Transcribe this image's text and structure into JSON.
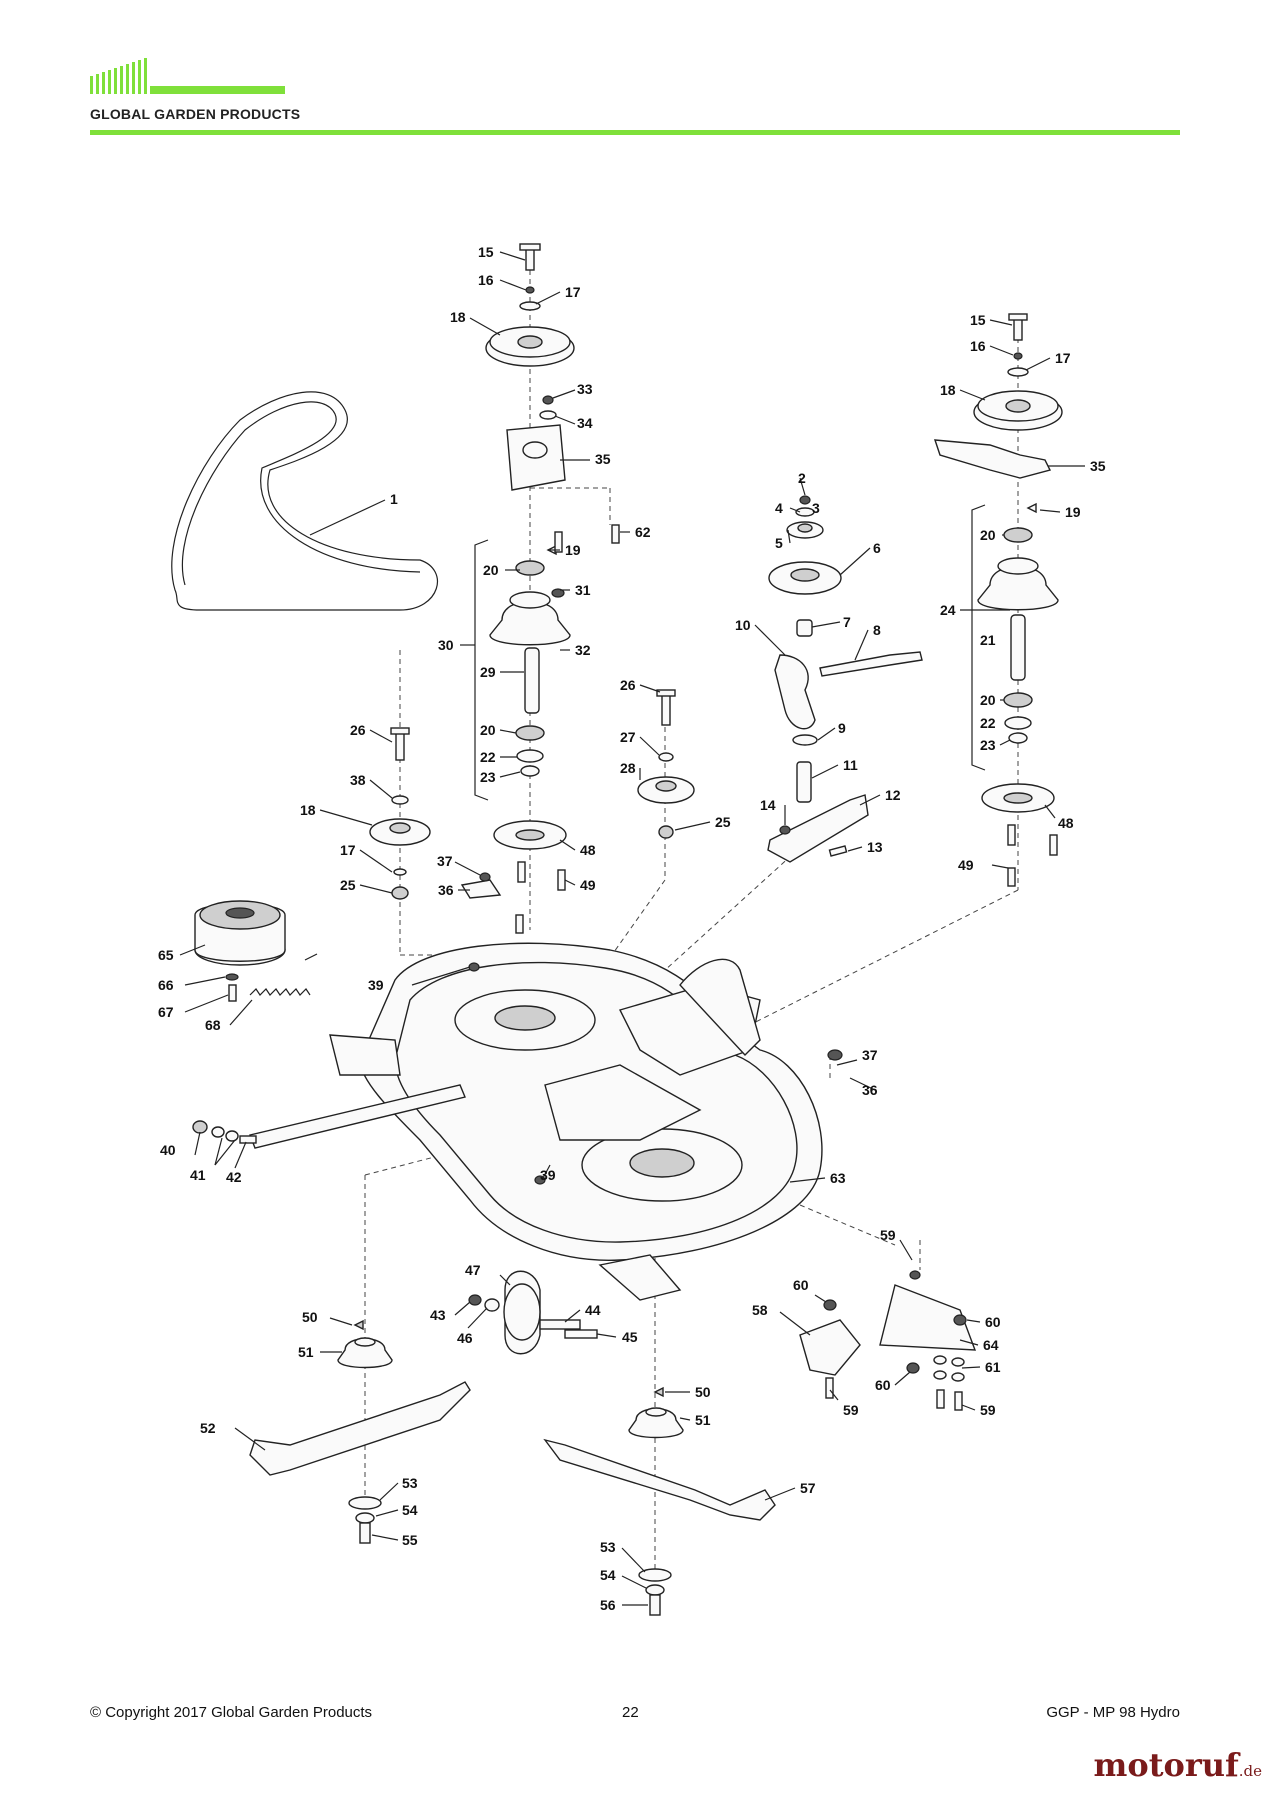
{
  "header": {
    "brand": "GLOBAL GARDEN PRODUCTS",
    "accent_color": "#7fe03a"
  },
  "footer": {
    "copyright": "© Copyright 2017 Global Garden Products",
    "page_number": "22",
    "model": "GGP - MP 98 Hydro"
  },
  "watermark": {
    "name": "motoruf",
    "tld": ".de"
  },
  "callouts": [
    {
      "id": "c15a",
      "label": "15"
    },
    {
      "id": "c16a",
      "label": "16"
    },
    {
      "id": "c17a",
      "label": "17"
    },
    {
      "id": "c18a",
      "label": "18"
    },
    {
      "id": "c33",
      "label": "33"
    },
    {
      "id": "c34",
      "label": "34"
    },
    {
      "id": "c35a",
      "label": "35"
    },
    {
      "id": "c62",
      "label": "62"
    },
    {
      "id": "c19a",
      "label": "19"
    },
    {
      "id": "c20a",
      "label": "20"
    },
    {
      "id": "c31",
      "label": "31"
    },
    {
      "id": "c30",
      "label": "30"
    },
    {
      "id": "c32",
      "label": "32"
    },
    {
      "id": "c29",
      "label": "29"
    },
    {
      "id": "c20b",
      "label": "20"
    },
    {
      "id": "c22a",
      "label": "22"
    },
    {
      "id": "c23a",
      "label": "23"
    },
    {
      "id": "c48a",
      "label": "48"
    },
    {
      "id": "c49a",
      "label": "49"
    },
    {
      "id": "c1",
      "label": "1"
    },
    {
      "id": "c26a",
      "label": "26"
    },
    {
      "id": "c38",
      "label": "38"
    },
    {
      "id": "c18b",
      "label": "18"
    },
    {
      "id": "c17b",
      "label": "17"
    },
    {
      "id": "c25a",
      "label": "25"
    },
    {
      "id": "c37a",
      "label": "37"
    },
    {
      "id": "c36a",
      "label": "36"
    },
    {
      "id": "c26b",
      "label": "26"
    },
    {
      "id": "c27",
      "label": "27"
    },
    {
      "id": "c28",
      "label": "28"
    },
    {
      "id": "c25b",
      "label": "25"
    },
    {
      "id": "c2",
      "label": "2"
    },
    {
      "id": "c4",
      "label": "4"
    },
    {
      "id": "c3",
      "label": "3"
    },
    {
      "id": "c5",
      "label": "5"
    },
    {
      "id": "c6",
      "label": "6"
    },
    {
      "id": "c10",
      "label": "10"
    },
    {
      "id": "c7",
      "label": "7"
    },
    {
      "id": "c8",
      "label": "8"
    },
    {
      "id": "c9",
      "label": "9"
    },
    {
      "id": "c11",
      "label": "11"
    },
    {
      "id": "c14",
      "label": "14"
    },
    {
      "id": "c12",
      "label": "12"
    },
    {
      "id": "c13",
      "label": "13"
    },
    {
      "id": "c15b",
      "label": "15"
    },
    {
      "id": "c16b",
      "label": "16"
    },
    {
      "id": "c17c",
      "label": "17"
    },
    {
      "id": "c18c",
      "label": "18"
    },
    {
      "id": "c35b",
      "label": "35"
    },
    {
      "id": "c19b",
      "label": "19"
    },
    {
      "id": "c20c",
      "label": "20"
    },
    {
      "id": "c24",
      "label": "24"
    },
    {
      "id": "c21",
      "label": "21"
    },
    {
      "id": "c20d",
      "label": "20"
    },
    {
      "id": "c22b",
      "label": "22"
    },
    {
      "id": "c23b",
      "label": "23"
    },
    {
      "id": "c48b",
      "label": "48"
    },
    {
      "id": "c49b",
      "label": "49"
    },
    {
      "id": "c65",
      "label": "65"
    },
    {
      "id": "c66",
      "label": "66"
    },
    {
      "id": "c67",
      "label": "67"
    },
    {
      "id": "c68",
      "label": "68"
    },
    {
      "id": "c39a",
      "label": "39"
    },
    {
      "id": "c37b",
      "label": "37"
    },
    {
      "id": "c36b",
      "label": "36"
    },
    {
      "id": "c40",
      "label": "40"
    },
    {
      "id": "c41",
      "label": "41"
    },
    {
      "id": "c42",
      "label": "42"
    },
    {
      "id": "c39b",
      "label": "39"
    },
    {
      "id": "c63",
      "label": "63"
    },
    {
      "id": "c59a",
      "label": "59"
    },
    {
      "id": "c47",
      "label": "47"
    },
    {
      "id": "c43",
      "label": "43"
    },
    {
      "id": "c46",
      "label": "46"
    },
    {
      "id": "c44",
      "label": "44"
    },
    {
      "id": "c45",
      "label": "45"
    },
    {
      "id": "c60a",
      "label": "60"
    },
    {
      "id": "c58",
      "label": "58"
    },
    {
      "id": "c60b",
      "label": "60"
    },
    {
      "id": "c64",
      "label": "64"
    },
    {
      "id": "c61",
      "label": "61"
    },
    {
      "id": "c60c",
      "label": "60"
    },
    {
      "id": "c59b",
      "label": "59"
    },
    {
      "id": "c59c",
      "label": "59"
    },
    {
      "id": "c50a",
      "label": "50"
    },
    {
      "id": "c51a",
      "label": "51"
    },
    {
      "id": "c52",
      "label": "52"
    },
    {
      "id": "c53a",
      "label": "53"
    },
    {
      "id": "c54a",
      "label": "54"
    },
    {
      "id": "c55",
      "label": "55"
    },
    {
      "id": "c50b",
      "label": "50"
    },
    {
      "id": "c51b",
      "label": "51"
    },
    {
      "id": "c57",
      "label": "57"
    },
    {
      "id": "c53b",
      "label": "53"
    },
    {
      "id": "c54b",
      "label": "54"
    },
    {
      "id": "c56",
      "label": "56"
    }
  ]
}
